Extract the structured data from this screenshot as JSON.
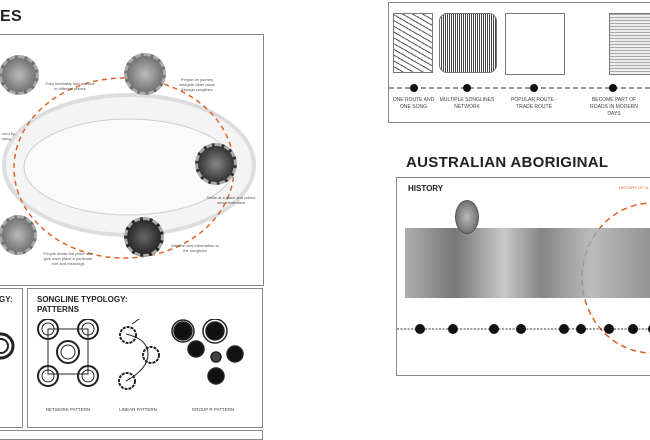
{
  "left": {
    "title_fragment": "ES",
    "cycle": {
      "steps": [
        "They inevitably had to move to different places",
        "People on journey navigate other place through songlines",
        "Settle at a place and collect new information",
        "Add the new information to the songlines",
        "People divide the place and give each place a particular role and meanings",
        "...lved by ...wing"
      ],
      "accent": "#e0622a"
    },
    "typology_fragment": "GY:",
    "typology": {
      "title_line1": "SONGLINE TYPOLOGY:",
      "title_line2": "PATTERNS",
      "patterns": [
        "NETWORK PATTERN",
        "LINEAR PATTERN",
        "GROUP R PATTERN"
      ]
    }
  },
  "right": {
    "evolution": {
      "stages": [
        "ONE ROUTE AND ONE SONG",
        "MULTIPLE SONGLINES NETWORK",
        "POPULAR ROUTE - TRADE ROUTE",
        "BECOME PART OF ROADS IN MODERN DAYS"
      ]
    },
    "title": "AUSTRALIAN ABORIGINAL",
    "history": {
      "heading": "HISTORY",
      "uluru_label": "HISTORY OF UL",
      "accent": "#e0622a"
    }
  }
}
